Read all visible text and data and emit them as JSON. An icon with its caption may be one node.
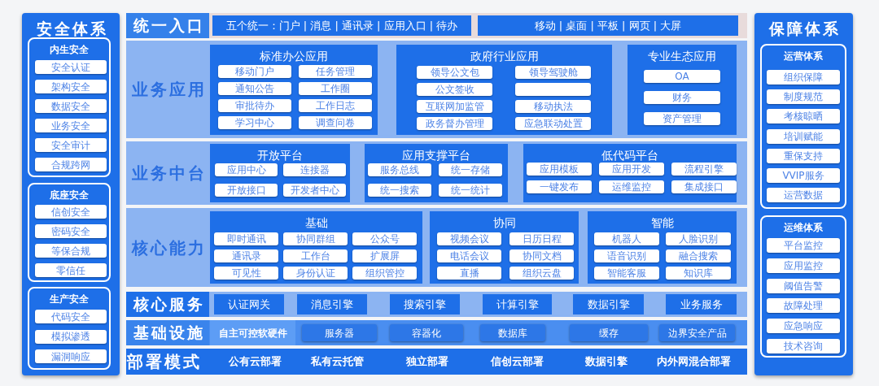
{
  "diagram": {
    "nodes": [
      {
        "text": [
          "安全体系"
        ]
      },
      {
        "text": [
          "内生安全"
        ],
        "in": 0
      },
      {
        "text": [
          "安全认证"
        ],
        "in": 1
      },
      {
        "text": [
          "架构安全"
        ],
        "in": 1
      },
      {
        "text": [
          "数据安全"
        ],
        "in": 1
      },
      {
        "text": [
          "业务安全"
        ],
        "in": 1
      },
      {
        "text": [
          "安全审计"
        ],
        "in": 1
      },
      {
        "text": [
          "合规跨网"
        ],
        "in": 1
      },
      {
        "text": [
          "底座安全"
        ],
        "in": 0
      },
      {
        "text": [
          "信创安全"
        ],
        "in": 8
      },
      {
        "text": [
          "密码安全"
        ],
        "in": 8
      },
      {
        "text": [
          "等保合规"
        ],
        "in": 8
      },
      {
        "text": [
          "零信任"
        ],
        "in": 8
      },
      {
        "text": [
          "生产安全"
        ],
        "in": 0
      },
      {
        "text": [
          "代码安全"
        ],
        "in": 13
      },
      {
        "text": [
          "模拟渗透"
        ],
        "in": 13
      },
      {
        "text": [
          "漏洞响应"
        ],
        "in": 13
      },
      {
        "text": [
          "统一入口"
        ]
      },
      {
        "text": [
          "五个统一：门户 | 消息 | 通讯录 | 应用入口 | 待办"
        ],
        "in": 17
      },
      {
        "text": [
          "移动 | 桌面 | 平板 | 网页 | 大屏"
        ],
        "in": 17
      },
      {
        "text": [
          "业务应用"
        ]
      },
      {
        "text": [
          "标准办公应用"
        ],
        "in": 20
      },
      {
        "text": [
          "移动门户"
        ],
        "in": 21
      },
      {
        "text": [
          "任务管理"
        ],
        "in": 21
      },
      {
        "text": [
          "通知公告"
        ],
        "in": 21
      },
      {
        "text": [
          "工作圈"
        ],
        "in": 21
      },
      {
        "text": [
          "审批待办"
        ],
        "in": 21
      },
      {
        "text": [
          "工作日志"
        ],
        "in": 21
      },
      {
        "text": [
          "学习中心"
        ],
        "in": 21
      },
      {
        "text": [
          "调查问卷"
        ],
        "in": 21
      },
      {
        "text": [
          "政府行业应用"
        ],
        "in": 20
      },
      {
        "text": [
          "领导公文包"
        ],
        "in": 30
      },
      {
        "text": [
          "领导驾驶舱"
        ],
        "in": 30
      },
      {
        "text": [
          "公文签收"
        ],
        "in": 30
      },
      {
        "text": [],
        "shape": "box",
        "in": 30
      },
      {
        "text": [
          "互联网加监管"
        ],
        "in": 30
      },
      {
        "text": [
          "移动执法"
        ],
        "in": 30
      },
      {
        "text": [
          "政务督办管理"
        ],
        "in": 30
      },
      {
        "text": [
          "应急联动处置"
        ],
        "in": 30
      },
      {
        "text": [
          "专业生态应用"
        ],
        "in": 20
      },
      {
        "text": [
          "OA"
        ],
        "in": 39
      },
      {
        "text": [
          "财务"
        ],
        "in": 39
      },
      {
        "text": [
          "资产管理"
        ],
        "in": 39
      },
      {
        "text": [
          "业务中台"
        ]
      },
      {
        "text": [
          "开放平台"
        ],
        "in": 43
      },
      {
        "text": [
          "应用中心"
        ],
        "in": 44
      },
      {
        "text": [
          "连接器"
        ],
        "in": 44
      },
      {
        "text": [
          "开放接口"
        ],
        "in": 44
      },
      {
        "text": [
          "开发者中心"
        ],
        "in": 44
      },
      {
        "text": [
          "应用支撑平台"
        ],
        "in": 43
      },
      {
        "text": [
          "服务总线"
        ],
        "in": 49
      },
      {
        "text": [
          "统一存储"
        ],
        "in": 49
      },
      {
        "text": [
          "统一搜索"
        ],
        "in": 49
      },
      {
        "text": [
          "统一统计"
        ],
        "in": 49
      },
      {
        "text": [
          "低代码平台"
        ],
        "in": 43
      },
      {
        "text": [
          "应用模板"
        ],
        "in": 54
      },
      {
        "text": [
          "应用开发"
        ],
        "in": 54
      },
      {
        "text": [
          "流程引擎"
        ],
        "in": 54
      },
      {
        "text": [
          "一键发布"
        ],
        "in": 54
      },
      {
        "text": [
          "运维监控"
        ],
        "in": 54
      },
      {
        "text": [
          "集成接口"
        ],
        "in": 54
      },
      {
        "text": [
          "核心能力"
        ]
      },
      {
        "text": [
          "基础"
        ],
        "in": 61
      },
      {
        "text": [
          "即时通讯"
        ],
        "in": 62
      },
      {
        "text": [
          "协同群组"
        ],
        "in": 62
      },
      {
        "text": [
          "公众号"
        ],
        "in": 62
      },
      {
        "text": [
          "通讯录"
        ],
        "in": 62
      },
      {
        "text": [
          "工作台"
        ],
        "in": 62
      },
      {
        "text": [
          "扩展屏"
        ],
        "in": 62
      },
      {
        "text": [
          "可见性"
        ],
        "in": 62
      },
      {
        "text": [
          "身份认证"
        ],
        "in": 62
      },
      {
        "text": [
          "组织管控"
        ],
        "in": 62
      },
      {
        "text": [
          "协同"
        ],
        "in": 61
      },
      {
        "text": [
          "视频会议"
        ],
        "in": 72
      },
      {
        "text": [
          "日历日程"
        ],
        "in": 72
      },
      {
        "text": [
          "电话会议"
        ],
        "in": 72
      },
      {
        "text": [
          "协同文档"
        ],
        "in": 72
      },
      {
        "text": [
          "直播"
        ],
        "in": 72
      },
      {
        "text": [
          "组织云盘"
        ],
        "in": 72
      },
      {
        "text": [
          "智能"
        ],
        "in": 61
      },
      {
        "text": [
          "机器人"
        ],
        "in": 79
      },
      {
        "text": [
          "人脸识别"
        ],
        "in": 79
      },
      {
        "text": [
          "语音识别"
        ],
        "in": 79
      },
      {
        "text": [
          "融合搜索"
        ],
        "in": 79
      },
      {
        "text": [
          "智能客服"
        ],
        "in": 79
      },
      {
        "text": [
          "知识库"
        ],
        "in": 79
      },
      {
        "text": [
          "核心服务"
        ]
      },
      {
        "text": [
          "认证网关"
        ],
        "in": 86
      },
      {
        "text": [
          "消息引擎"
        ],
        "in": 86
      },
      {
        "text": [
          "搜索引擎"
        ],
        "in": 86
      },
      {
        "text": [
          "计算引擎"
        ],
        "in": 86
      },
      {
        "text": [
          "数据引擎"
        ],
        "in": 86
      },
      {
        "text": [
          "业务服务"
        ],
        "in": 86
      },
      {
        "text": [
          "基础设施"
        ]
      },
      {
        "text": [
          "自主可控软硬件"
        ],
        "in": 93
      },
      {
        "text": [
          "服务器"
        ],
        "in": 93
      },
      {
        "text": [
          "容器化"
        ],
        "in": 93
      },
      {
        "text": [
          "数据库"
        ],
        "in": 93
      },
      {
        "text": [
          "缓存"
        ],
        "in": 93
      },
      {
        "text": [
          "边界安全产品"
        ],
        "in": 93
      },
      {
        "text": [
          "部署模式",
          "公有云部署",
          "私有云托管",
          "独立部署",
          "信创云部署",
          "数据引擎",
          "内外网混合部署"
        ]
      },
      {
        "text": [
          "保障体系"
        ]
      },
      {
        "text": [
          "运营体系"
        ],
        "in": 101
      },
      {
        "text": [
          "组织保障"
        ],
        "in": 102
      },
      {
        "text": [
          "制度规范"
        ],
        "in": 102
      },
      {
        "text": [
          "考核晾晒"
        ],
        "in": 102
      },
      {
        "text": [
          "培训赋能"
        ],
        "in": 102
      },
      {
        "text": [
          "重保支持"
        ],
        "in": 102
      },
      {
        "text": [
          "VVIP服务"
        ],
        "in": 102
      },
      {
        "text": [
          "运营数据"
        ],
        "in": 102
      },
      {
        "text": [
          "运维体系"
        ],
        "in": 101
      },
      {
        "text": [
          "平台监控"
        ],
        "in": 110
      },
      {
        "text": [
          "应用监控"
        ],
        "in": 110
      },
      {
        "text": [
          "阈值告警"
        ],
        "in": 110
      },
      {
        "text": [
          "故障处理"
        ],
        "in": 110
      },
      {
        "text": [
          "应急响应"
        ],
        "in": 110
      },
      {
        "text": [
          "技术咨询"
        ],
        "in": 110
      }
    ]
  }
}
